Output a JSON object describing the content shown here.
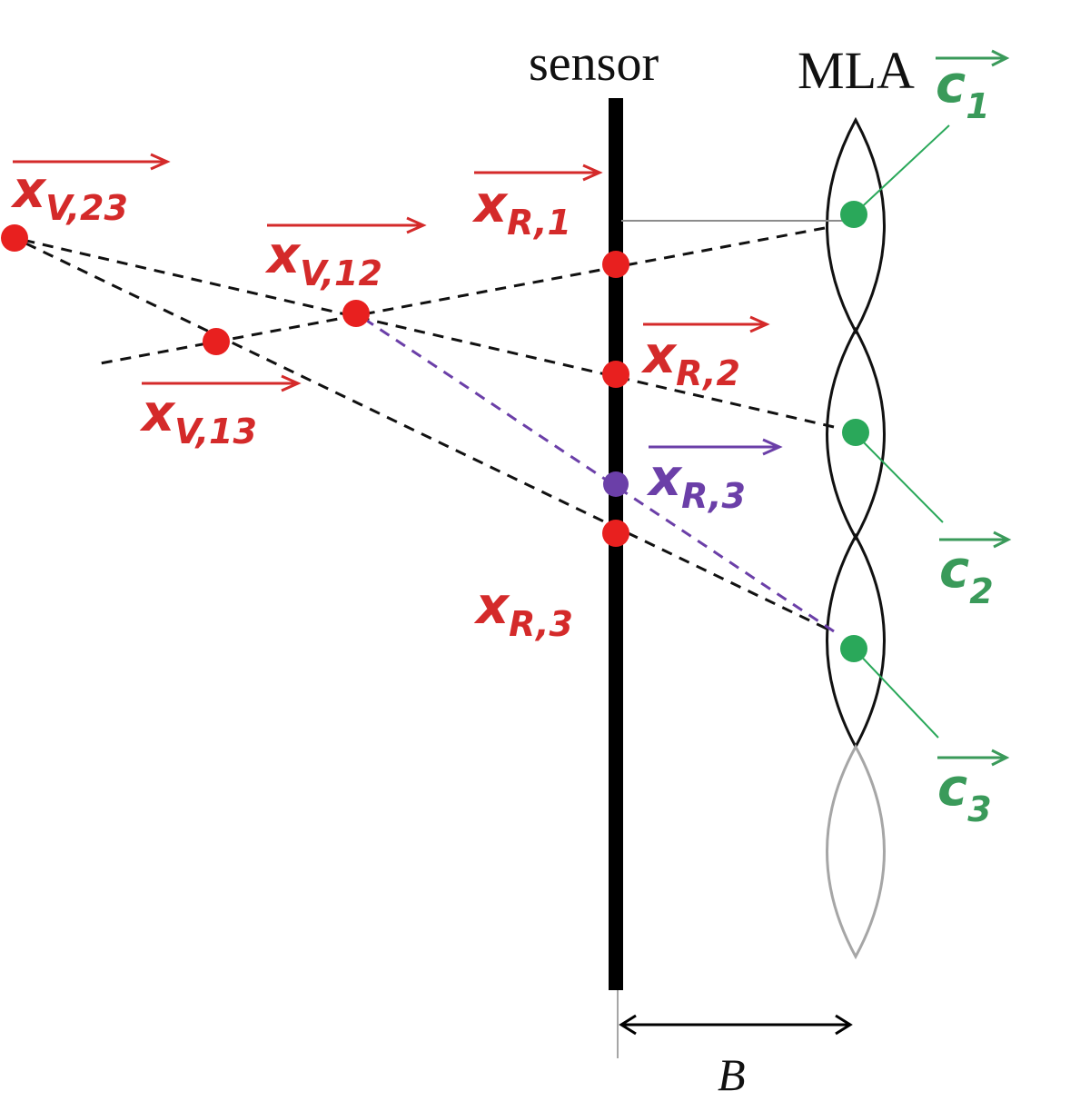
{
  "title_labels": {
    "sensor": "sensor",
    "mla": "MLA",
    "baseline": "B"
  },
  "labels": {
    "xV23": {
      "base": "x",
      "sub": "V,23"
    },
    "xV12": {
      "base": "x",
      "sub": "V,12"
    },
    "xV13": {
      "base": "x",
      "sub": "V,13"
    },
    "xR1": {
      "base": "x",
      "sub": "R,1"
    },
    "xR2": {
      "base": "x",
      "sub": "R,2"
    },
    "xR3_virtual": {
      "base": "x",
      "sub": "R,3"
    },
    "xR3": {
      "base": "x",
      "sub": "R,3"
    },
    "c1": {
      "base": "c",
      "sub": "1"
    },
    "c2": {
      "base": "c",
      "sub": "2"
    },
    "c3": {
      "base": "c",
      "sub": "3"
    }
  },
  "colors": {
    "red": "#e8201f",
    "red_label": "#d42a2a",
    "purple": "#6b3fa8",
    "green": "#2aa85a",
    "green_label": "#3a9a5a",
    "black": "#000000",
    "gray": "#a6a6a6"
  }
}
